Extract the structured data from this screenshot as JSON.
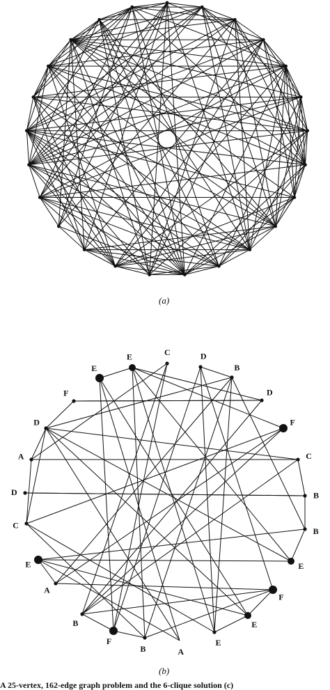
{
  "figure_a": {
    "caption": "(a)",
    "vertex_count": 25
  },
  "figure_b": {
    "caption": "(b)",
    "vertex_labels": [
      "E",
      "C",
      "D",
      "B",
      "D",
      "F",
      "C",
      "B",
      "B",
      "E",
      "F",
      "E",
      "E",
      "A",
      "B",
      "F",
      "B",
      "A",
      "E",
      "C",
      "D",
      "A",
      "D",
      "F",
      "E"
    ]
  },
  "footer_caption": "A 25-vertex, 162-edge graph problem and the 6-clique solution (c)"
}
